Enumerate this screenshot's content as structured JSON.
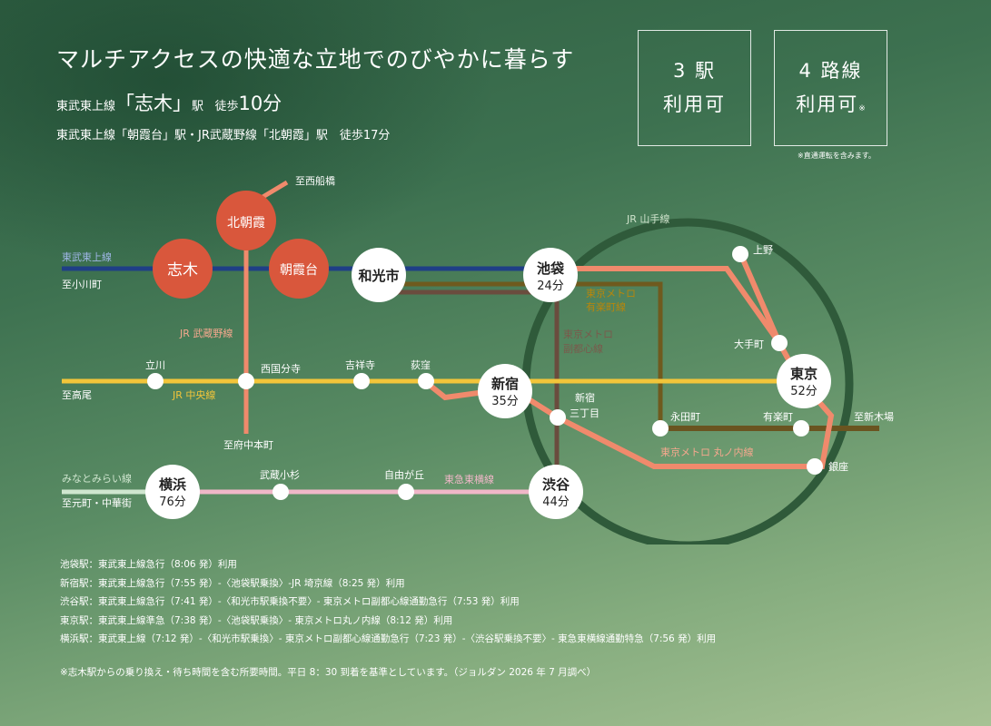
{
  "header": {
    "headline": "マルチアクセスの快適な立地でのびやかに暮らす",
    "sub1_line": "東武東上線",
    "sub1_station": "「志木」",
    "sub1_eki": "駅",
    "sub1_walk": "徒歩",
    "sub1_min": "10分",
    "sub2": "東武東上線「朝霞台」駅・JR武蔵野線「北朝霞」駅　徒歩17分"
  },
  "badges": [
    {
      "line1": "3 駅",
      "line2": "利用可",
      "mark": ""
    },
    {
      "line1": "4 路線",
      "line2": "利用可",
      "mark": "※"
    }
  ],
  "through_note": "※直通運転を含みます。",
  "lines": {
    "tobu_tojo": "東武東上線",
    "jr_musashino": "JR 武蔵野線",
    "jr_chuo": "JR 中央線",
    "jr_yamanote": "JR 山手線",
    "minatomirai": "みなとみらい線",
    "tokyu_toyoko": "東急東横線",
    "yurakucho_1": "東京メトロ",
    "yurakucho_2": "有楽町線",
    "fukutoshin_1": "東京メトロ",
    "fukutoshin_2": "副都心線",
    "marunouchi": "東京メトロ 丸ノ内線"
  },
  "directions": {
    "ogawamachi": "至小川町",
    "nishifunabashi": "至西船橋",
    "takao": "至高尾",
    "fuchuhonmachi": "至府中本町",
    "motomachi": "至元町・中華街",
    "shinkiba": "至新木場"
  },
  "stations": {
    "shiki": "志木",
    "kitaasaka": "北朝霞",
    "asakadai": "朝霞台",
    "wakoshi": "和光市",
    "ikebukuro": "池袋",
    "ikebukuro_min": "24分",
    "shinjuku": "新宿",
    "shinjuku_min": "35分",
    "shibuya": "渋谷",
    "shibuya_min": "44分",
    "tokyo": "東京",
    "tokyo_min": "52分",
    "yokohama": "横浜",
    "yokohama_min": "76分",
    "tachikawa": "立川",
    "nishikokubunji": "西国分寺",
    "kichijoji": "吉祥寺",
    "ogikubo": "荻窪",
    "ueno": "上野",
    "otemachi": "大手町",
    "nagatacho": "永田町",
    "yurakucho": "有楽町",
    "ginza": "銀座",
    "shinjuku_sanchome_1": "新宿",
    "shinjuku_sanchome_2": "三丁目",
    "musashikosugi": "武蔵小杉",
    "jiyugaoka": "自由が丘"
  },
  "colors": {
    "tobu": "#1f3f86",
    "chuo": "#f2c53a",
    "yamanote": "#2f5a3a",
    "yurakucho": "#6f5a1e",
    "fukutoshin": "#6a4c3e",
    "orange": "#f08a6c",
    "toyoko": "#f0b7c8",
    "minatomirai": "#cfe6cf",
    "station_red": "#d9573c"
  },
  "notes": [
    "池袋駅：東武東上線急行（8:06 発）利用",
    "新宿駅：東武東上線急行（7:55 発）-〈池袋駅乗換〉-JR 埼京線（8:25 発）利用",
    "渋谷駅：東武東上線急行（7:41 発）-〈和光市駅乗換不要〉- 東京メトロ副都心線通勤急行（7:53 発）利用",
    "東京駅：東武東上線準急（7:38 発）-〈池袋駅乗換〉- 東京メトロ丸ノ内線（8:12 発）利用",
    "横浜駅：東武東上線（7:12 発）-〈和光市駅乗換〉- 東京メトロ副都心線通勤急行（7:23 発）-〈渋谷駅乗換不要〉- 東急東横線通勤特急（7:56 発）利用"
  ],
  "footnote": "※志木駅からの乗り換え・待ち時間を含む所要時間。平日 8：30 到着を基準としています。（ジョルダン 2026 年 7 月調べ）"
}
